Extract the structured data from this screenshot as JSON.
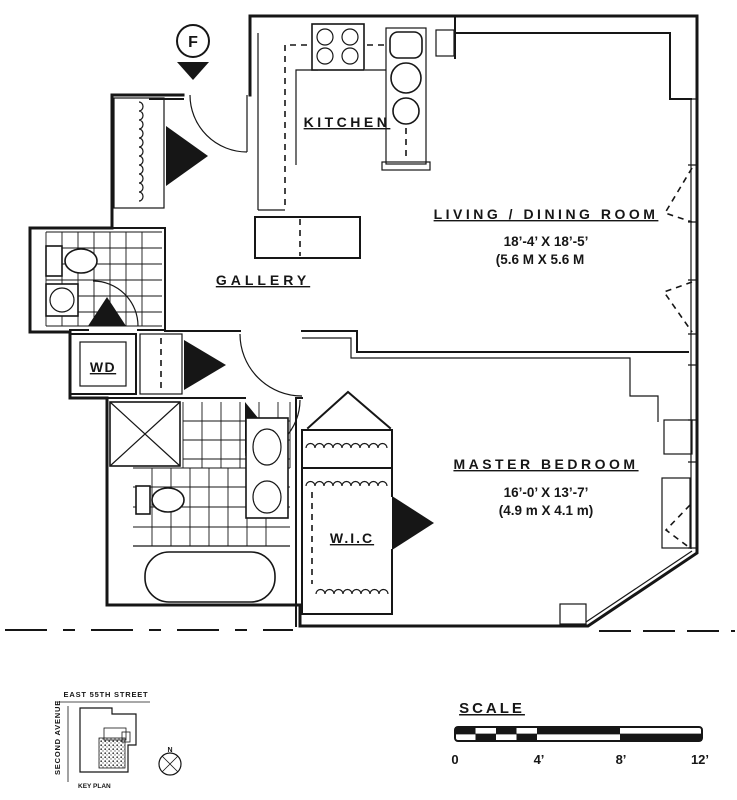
{
  "colors": {
    "ink": "#161616",
    "paper": "#ffffff"
  },
  "entry": {
    "unit_letter": "F"
  },
  "rooms": {
    "kitchen": {
      "name": "KITCHEN"
    },
    "living_dining": {
      "name": "LIVING / DINING ROOM",
      "size_ft": "18’-4’ X 18’-5’",
      "size_m": "(5.6 M X 5.6 M"
    },
    "gallery": {
      "name": "GALLERY"
    },
    "master_bedroom": {
      "name": "MASTER BEDROOM",
      "size_ft": "16’-0’ X 13’-7’",
      "size_m": "(4.9 m X 4.1 m)"
    },
    "wic": {
      "name": "W.I.C"
    },
    "washer_dryer": {
      "name": "WD"
    }
  },
  "key_plan": {
    "street_top": "EAST 55TH STREET",
    "street_left": "SECOND AVENUE",
    "caption": "KEY PLAN",
    "compass": "N"
  },
  "scale_bar": {
    "title": "SCALE",
    "ticks": [
      "0",
      "4’",
      "8’",
      "12’"
    ]
  }
}
